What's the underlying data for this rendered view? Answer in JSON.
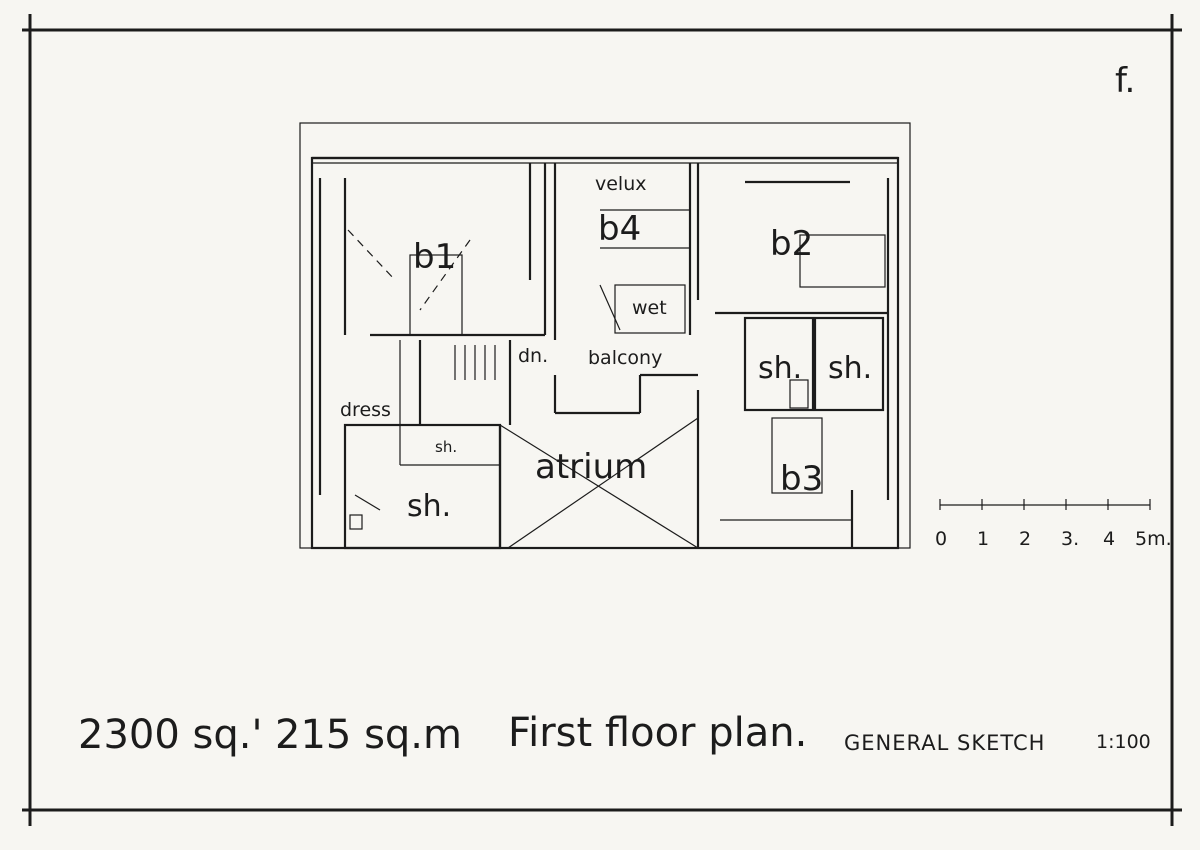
{
  "sheet": {
    "corner_mark": "f.",
    "area_sqft": "2300 sq.'",
    "area_sqm": "215 sq.m",
    "title": "First floor plan.",
    "subtitle": "GENERAL SKETCH",
    "scale": "1:100"
  },
  "rooms": {
    "b1": "b1",
    "b2": "b2",
    "b3": "b3",
    "b4": "b4",
    "velux": "velux",
    "wet": "wet",
    "dn": "dn.",
    "balcony": "balcony",
    "dress": "dress",
    "sh_small": "sh.",
    "sh_left": "sh.",
    "sh_mid": "sh.",
    "sh_right": "sh.",
    "atrium": "atrium"
  },
  "scale_bar": {
    "ticks": [
      "0",
      "1",
      "2",
      "3.",
      "4",
      "5m."
    ]
  }
}
